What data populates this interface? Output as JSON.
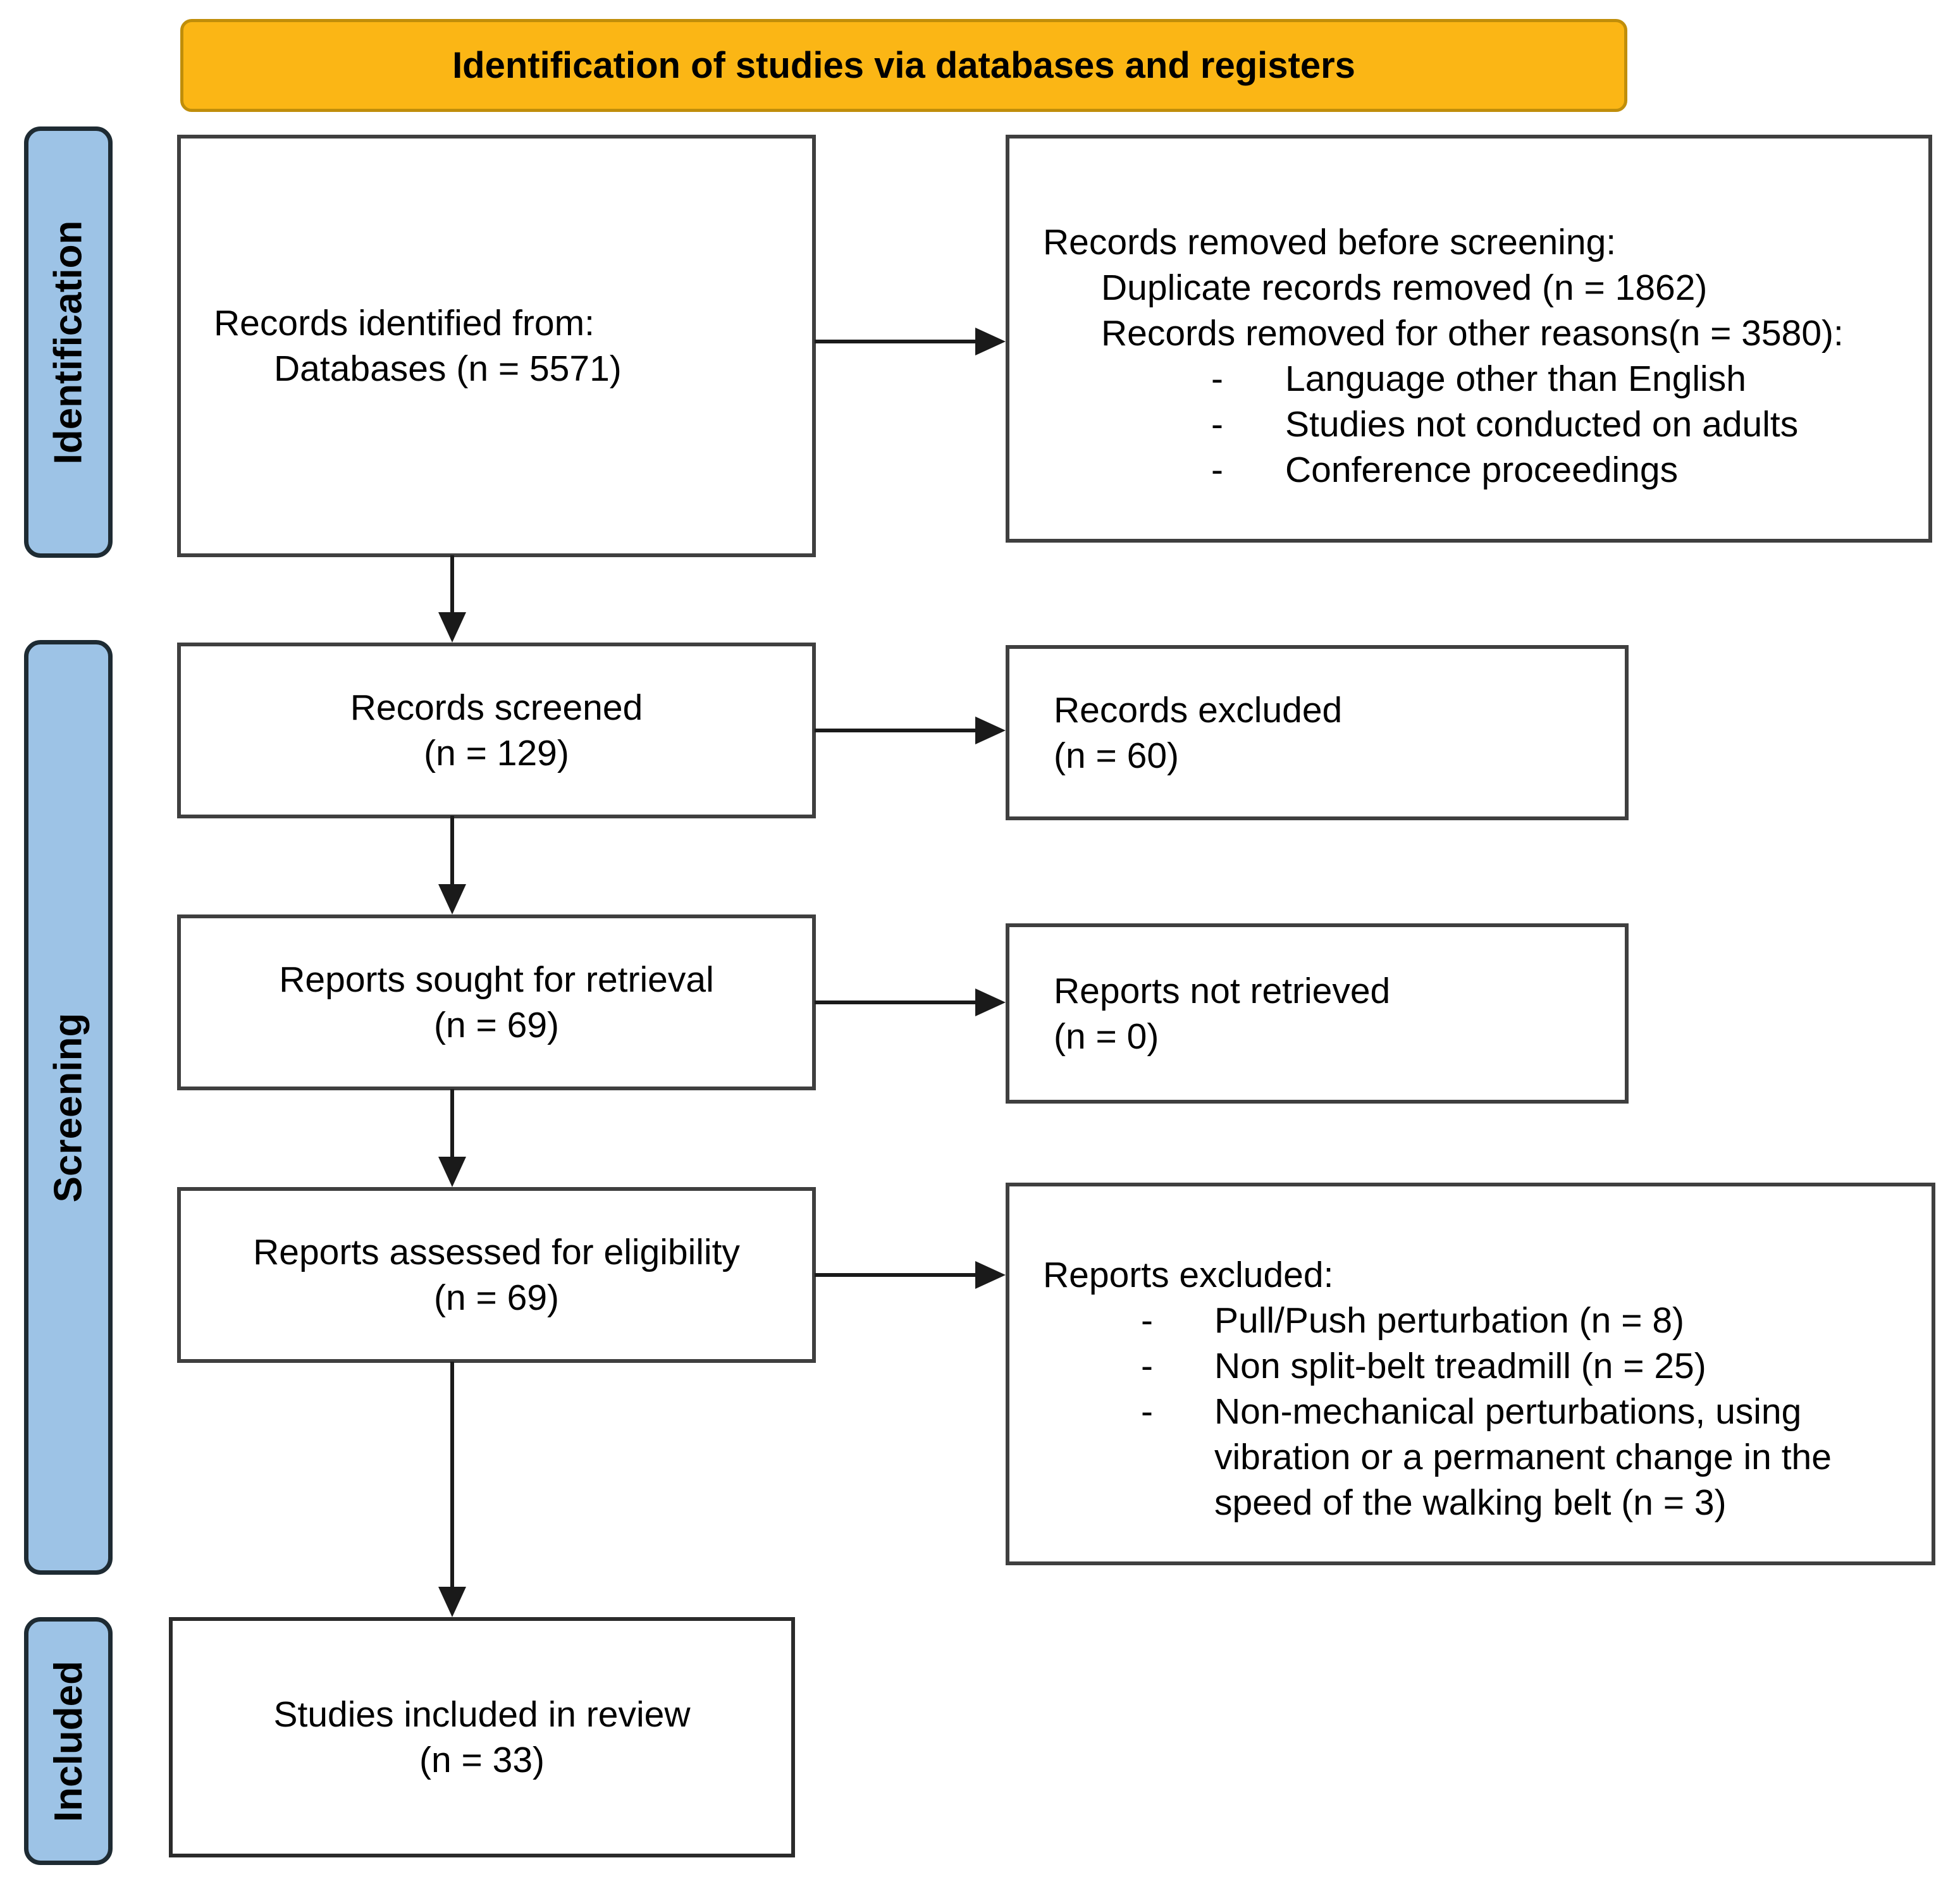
{
  "banner": {
    "title": "Identification of studies via databases and registers"
  },
  "sidebar": {
    "identification": {
      "label": "Identification"
    },
    "screening": {
      "label": "Screening"
    },
    "included": {
      "label": "Included"
    }
  },
  "flow": {
    "identified": {
      "line1": "Records identified from:",
      "line2": "Databases (n = 5571)"
    },
    "removed": {
      "title": "Records removed before screening:",
      "sub1": "Duplicate records removed (n = 1862)",
      "sub2": "Records removed for other reasons(n = 3580):",
      "bullet_char": "-",
      "bullets": [
        "Language other than English",
        "Studies not conducted on adults",
        "Conference proceedings"
      ]
    },
    "screened": {
      "line1": "Records screened",
      "line2": "(n = 129)"
    },
    "records_excluded": {
      "line1": "Records excluded",
      "line2": "(n = 60)"
    },
    "sought": {
      "line1": "Reports sought for retrieval",
      "line2": "(n = 69)"
    },
    "not_retrieved": {
      "line1": "Reports not retrieved",
      "line2": "(n = 0)"
    },
    "assessed": {
      "line1": "Reports assessed for eligibility",
      "line2": "(n = 69)"
    },
    "reports_excluded": {
      "title": "Reports excluded:",
      "bullet_char": "-",
      "bullets": [
        "Pull/Push perturbation (n = 8)",
        "Non split-belt treadmill (n = 25)",
        "Non-mechanical perturbations, using vibration or a permanent change in the speed of the walking belt (n = 3)"
      ]
    },
    "included_studies": {
      "line1": "Studies included in review",
      "line2": "(n = 33)"
    }
  },
  "colors": {
    "banner_fill": "#FBB615",
    "banner_border": "#C08E0A",
    "sidebar_fill": "#9DC3E6",
    "sidebar_border": "#1E2B33",
    "box_border": "#3F3F3F",
    "arrow": "#1A1A1A"
  }
}
